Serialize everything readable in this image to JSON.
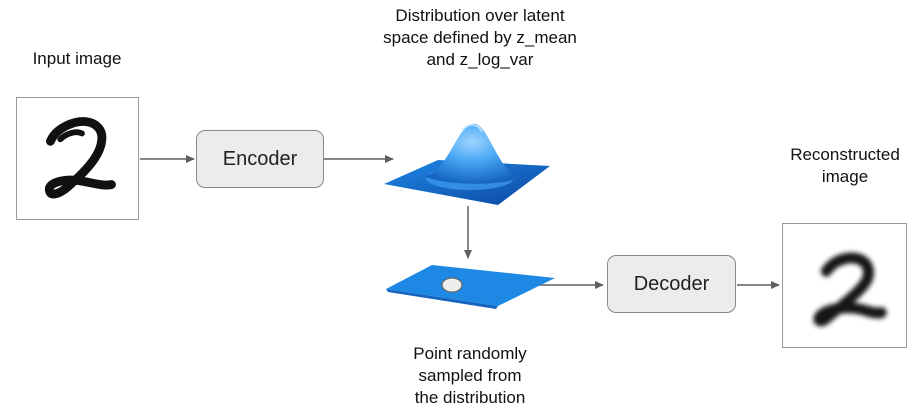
{
  "diagram": {
    "input_label": "Input image",
    "encoder_label": "Encoder",
    "distribution_label": [
      "Distribution over latent",
      "space defined by z_mean",
      "and z_log_var"
    ],
    "decoder_label": "Decoder",
    "sample_label": [
      "Point randomly",
      "sampled from",
      "the distribution"
    ],
    "reconstructed_label": [
      "Reconstructed",
      "image"
    ]
  },
  "colors": {
    "arrow": "#5f5f5f",
    "surface": "#1e88e5",
    "box_fill": "#ececec",
    "box_border": "#8a8a8a"
  }
}
